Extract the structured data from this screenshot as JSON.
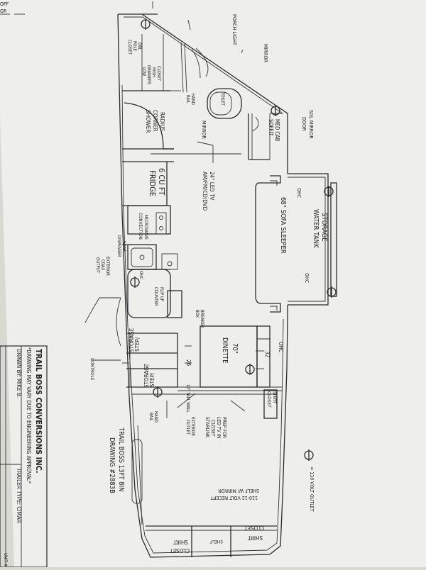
{
  "title_block": {
    "company": "TRAIL BOSS CONVERSIONS INC.",
    "disclaimer": "*DRAWING MAY VARY DUE TO ENGINEERING APPROVAL*",
    "drawn_by": "DRAWN BY: MIKE B.",
    "trailer_type": "TRAILER TYPE: CIMAR",
    "unit": "UNIT #"
  },
  "drawing": {
    "model": "TRAIL BOSS 13FT 8IN",
    "number": "DRAWING #2883B"
  },
  "legend": {
    "outlet": "= 110 VOLT OUTLET"
  },
  "edge_text": {
    "off": "OFF",
    "or": "OR"
  },
  "labels": {
    "porch_light": "PORCH LIGHT",
    "mirror_top": "MIRROR",
    "sgl_mirror_1": "SGL MIRROR",
    "sgl_mirror_2": "DOOR",
    "dbl_pole_1": "DBL",
    "dbl_pole_2": "POLE",
    "dbl_pole_3": "CLOSET",
    "closet_high_1": "CLOSET",
    "closet_high_2": "HIGH",
    "closet_high_3": "DRAWERS",
    "closet_high_4": "LOW",
    "toilet": "TOILET",
    "hand_rail_1": "HAND",
    "hand_rail_2": "RAIL",
    "shower_1": "RADIUS",
    "shower_2": "CORNER",
    "shower_3": "SHOWER",
    "mirror_mid": "MIRROR",
    "med_cab_1": "MED CAB",
    "med_cab_2": "SOFFIT",
    "fridge_1": "6 CU FT",
    "fridge_2": "FRIDGE",
    "tv_1": "24\" LED TV",
    "tv_2": "AM/FM/CD/DVD",
    "micro_1": "MICROWAVE",
    "micro_2": "CONVECTION",
    "soap_1": "SOAP",
    "soap_2": "DISPENSER",
    "coax_1": "EXTERIOR",
    "coax_2": "COAX",
    "coax_3": "OUTPUT",
    "ohc_sink": "OHC",
    "flip_1": "FLIP UP",
    "flip_2": "COUNTER",
    "storage_1": "STORAGE",
    "storage_2": "WATER TANK",
    "ohc_sofa_left": "OHC",
    "ohc_sofa_right": "OHC",
    "sofa": "68\" SOFA SLEEPER",
    "breaker_1": "BREAKER",
    "breaker_2": "BOX",
    "ohc_dinette": "OHC",
    "dim_32": "32",
    "dinette_1": "70\"",
    "dinette_2": "DINETTE",
    "step_1a": "STEP/",
    "step_1b": "STORAGE",
    "step_2a": "STEP/",
    "step_2b": "STORAGE",
    "dim_26": "26",
    "controls": "CONTROLS",
    "tall_wall": "10\" TALL WALL",
    "shirt_closet_1": "SHIRT",
    "shirt_closet_2": "CLOSET",
    "prep_1": "PREP FOR",
    "prep_2": "LED TV IN",
    "prep_3": "CLOSET",
    "prep_4": "STARLINK",
    "ext_outlet_1": "EXTERIOR",
    "ext_outlet_2": "OUTLET",
    "hand_rail_b1": "HAND",
    "hand_rail_b2": "RAIL",
    "shelf_1": "SHELF W/ MIRROR",
    "shelf_2": "110-12 VOLT RECEPT",
    "closet_right_1": "CLOSET",
    "closet_right_2": "SHIRT",
    "shelf_small": "SHELF",
    "shirt_left_1": "SHIRT",
    "shirt_left_2": "CLOSET"
  }
}
